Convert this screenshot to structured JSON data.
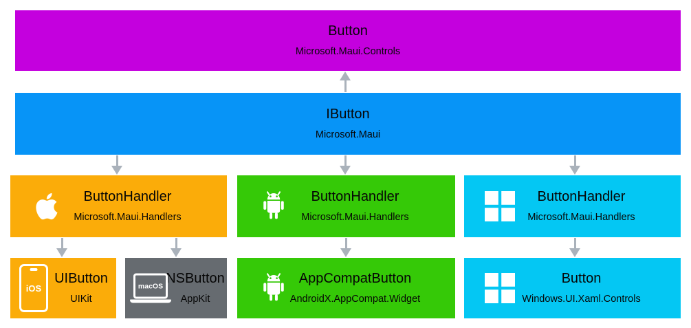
{
  "diagram": {
    "arrow_color": "#AAB2BB",
    "virtual_view": {
      "title": "Button",
      "subtitle": "Microsoft.Maui.Controls",
      "color": "#C400DE"
    },
    "interface": {
      "title": "IButton",
      "subtitle": "Microsoft.Maui",
      "color": "#0794F7"
    },
    "handlers": [
      {
        "platform": "ios-macos",
        "icon": "apple-logo-icon",
        "title": "ButtonHandler",
        "subtitle": "Microsoft.Maui.Handlers",
        "color": "#FBAC09"
      },
      {
        "platform": "android",
        "icon": "android-robot-icon",
        "title": "ButtonHandler",
        "subtitle": "Microsoft.Maui.Handlers",
        "color": "#35C907"
      },
      {
        "platform": "windows",
        "icon": "windows-logo-icon",
        "title": "ButtonHandler",
        "subtitle": "Microsoft.Maui.Handlers",
        "color": "#04C7F3"
      }
    ],
    "native_controls": [
      {
        "platform": "ios",
        "icon": "iphone-icon",
        "icon_label": "iOS",
        "title": "UIButton",
        "subtitle": "UIKit",
        "color": "#FBAC09"
      },
      {
        "platform": "macos",
        "icon": "macbook-icon",
        "icon_label": "macOS",
        "title": "NSButton",
        "subtitle": "AppKit",
        "color": "#666B70"
      },
      {
        "platform": "android",
        "icon": "android-robot-icon",
        "title": "AppCompatButton",
        "subtitle": "AndroidX.AppCompat.Widget",
        "color": "#35C907"
      },
      {
        "platform": "windows",
        "icon": "windows-logo-icon",
        "title": "Button",
        "subtitle": "Windows.UI.Xaml.Controls",
        "color": "#04C7F3"
      }
    ]
  }
}
